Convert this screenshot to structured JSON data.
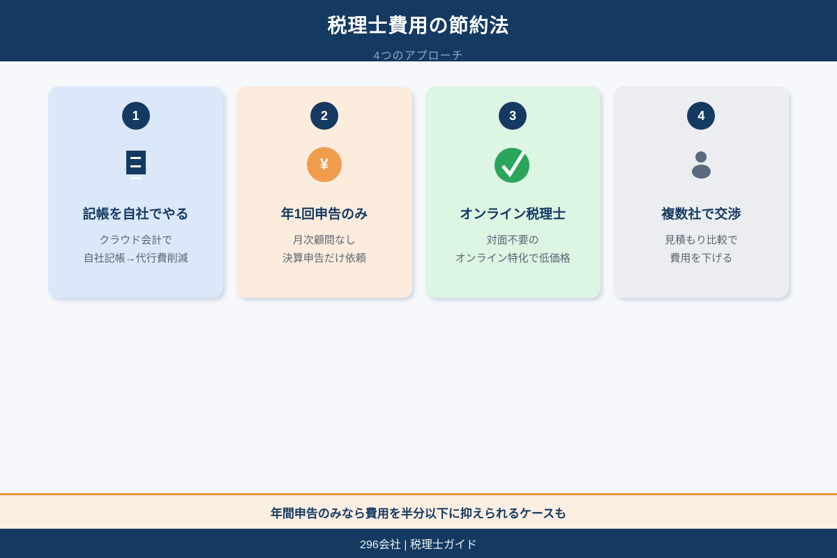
{
  "header": {
    "title": "税理士費用の節約法",
    "subtitle": "4つのアプローチ"
  },
  "cards": [
    {
      "number": "1",
      "icon": "ledger-icon",
      "title": "記帳を自社でやる",
      "desc_line1": "クラウド会計で",
      "desc_line2": "自社記帳→代行費削減"
    },
    {
      "number": "2",
      "icon": "yen-icon",
      "icon_glyph": "¥",
      "title": "年1回申告のみ",
      "desc_line1": "月次顧問なし",
      "desc_line2": "決算申告だけ依頼"
    },
    {
      "number": "3",
      "icon": "check-icon",
      "title": "オンライン税理士",
      "desc_line1": "対面不要の",
      "desc_line2": "オンライン特化で低価格"
    },
    {
      "number": "4",
      "icon": "person-icon",
      "title": "複数社で交渉",
      "desc_line1": "見積もり比較で",
      "desc_line2": "費用を下げる"
    }
  ],
  "banner": {
    "text": "年間申告のみなら費用を半分以下に抑えられるケースも"
  },
  "footer": {
    "text": "296会社 | 税理士ガイド"
  },
  "colors": {
    "navy": "#143a62",
    "page_bg": "#f6f8fc",
    "card1_bg": "#dbe8fa",
    "card2_bg": "#fcecdd",
    "card3_bg": "#ddf5e3",
    "card4_bg": "#ebedf1",
    "yen_orange": "#ef9c4d",
    "check_green": "#2aa55c",
    "person_gray": "#5a6a7e",
    "banner_bg": "#fdeee2",
    "banner_border": "#e9973e",
    "subtitle_text": "#8ea7c2",
    "desc_text": "#5b6470"
  }
}
